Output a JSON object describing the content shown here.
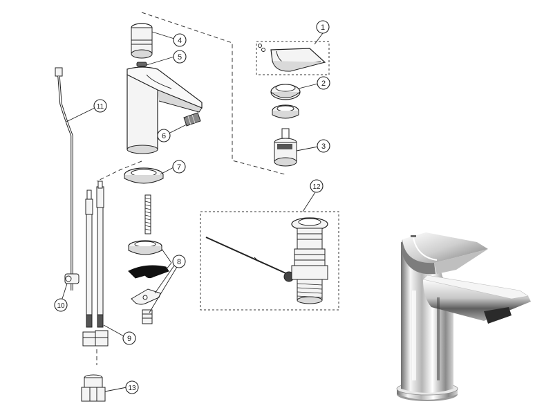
{
  "diagram": {
    "callouts": [
      {
        "id": "1",
        "label": "1"
      },
      {
        "id": "2",
        "label": "2"
      },
      {
        "id": "3",
        "label": "3"
      },
      {
        "id": "4",
        "label": "4"
      },
      {
        "id": "5",
        "label": "5"
      },
      {
        "id": "6",
        "label": "6"
      },
      {
        "id": "7",
        "label": "7"
      },
      {
        "id": "8",
        "label": "8"
      },
      {
        "id": "9",
        "label": "9"
      },
      {
        "id": "10",
        "label": "10"
      },
      {
        "id": "11",
        "label": "11"
      },
      {
        "id": "12",
        "label": "12"
      },
      {
        "id": "13",
        "label": "13"
      }
    ]
  },
  "colors": {
    "line": "#222222",
    "part_fill": "#f4f4f4",
    "part_shade": "#d9d9d9",
    "dark_part": "#111111",
    "chrome_light": "#f2f2f2",
    "chrome_mid": "#b9b9b9",
    "chrome_dark": "#4a4a4a"
  }
}
